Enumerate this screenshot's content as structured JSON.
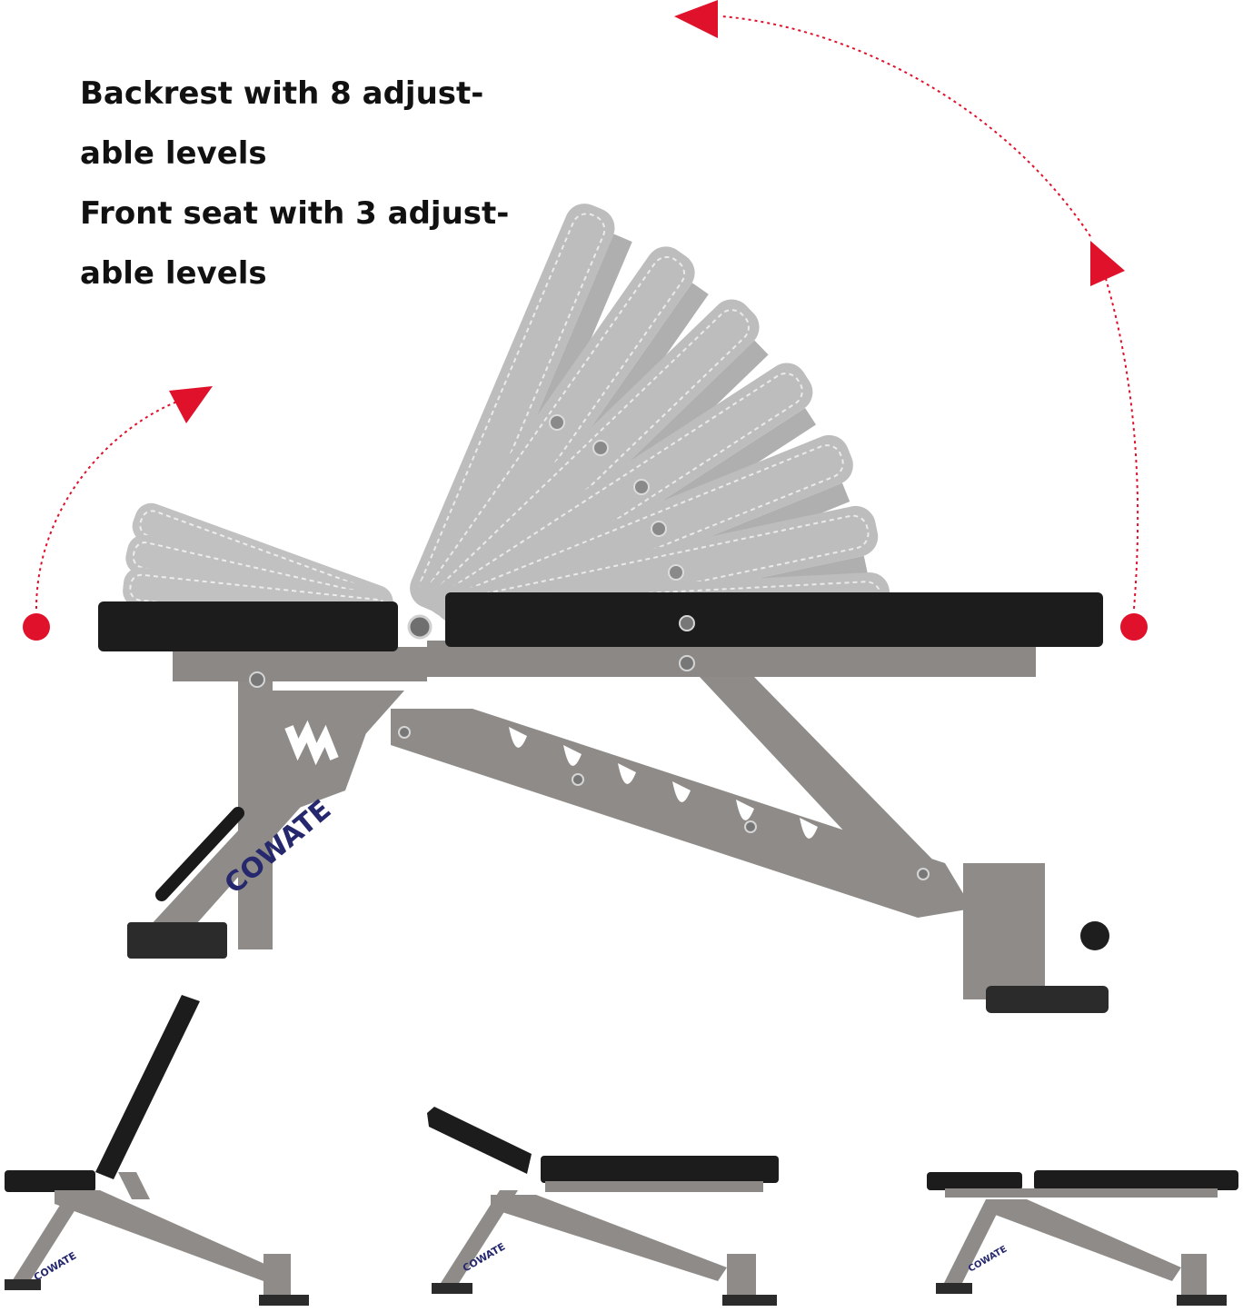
{
  "caption": {
    "line1": "Backrest with 8 adjust-",
    "line2": "able levels",
    "line3": "Front seat with 3 adjust-",
    "line4": "able levels"
  },
  "brand": {
    "main": "COWATE",
    "thumb1": "COWATE",
    "thumb2": "COWATE",
    "thumb3": "COWATE"
  },
  "colors": {
    "frame": "#8f8b88",
    "pad": "#1c1c1c",
    "ghost": "#b3b3b3",
    "arrow": "#e0112b",
    "brand_blue": "#26286e"
  },
  "adjustments": {
    "backrest_levels": 8,
    "seat_levels": 3
  }
}
